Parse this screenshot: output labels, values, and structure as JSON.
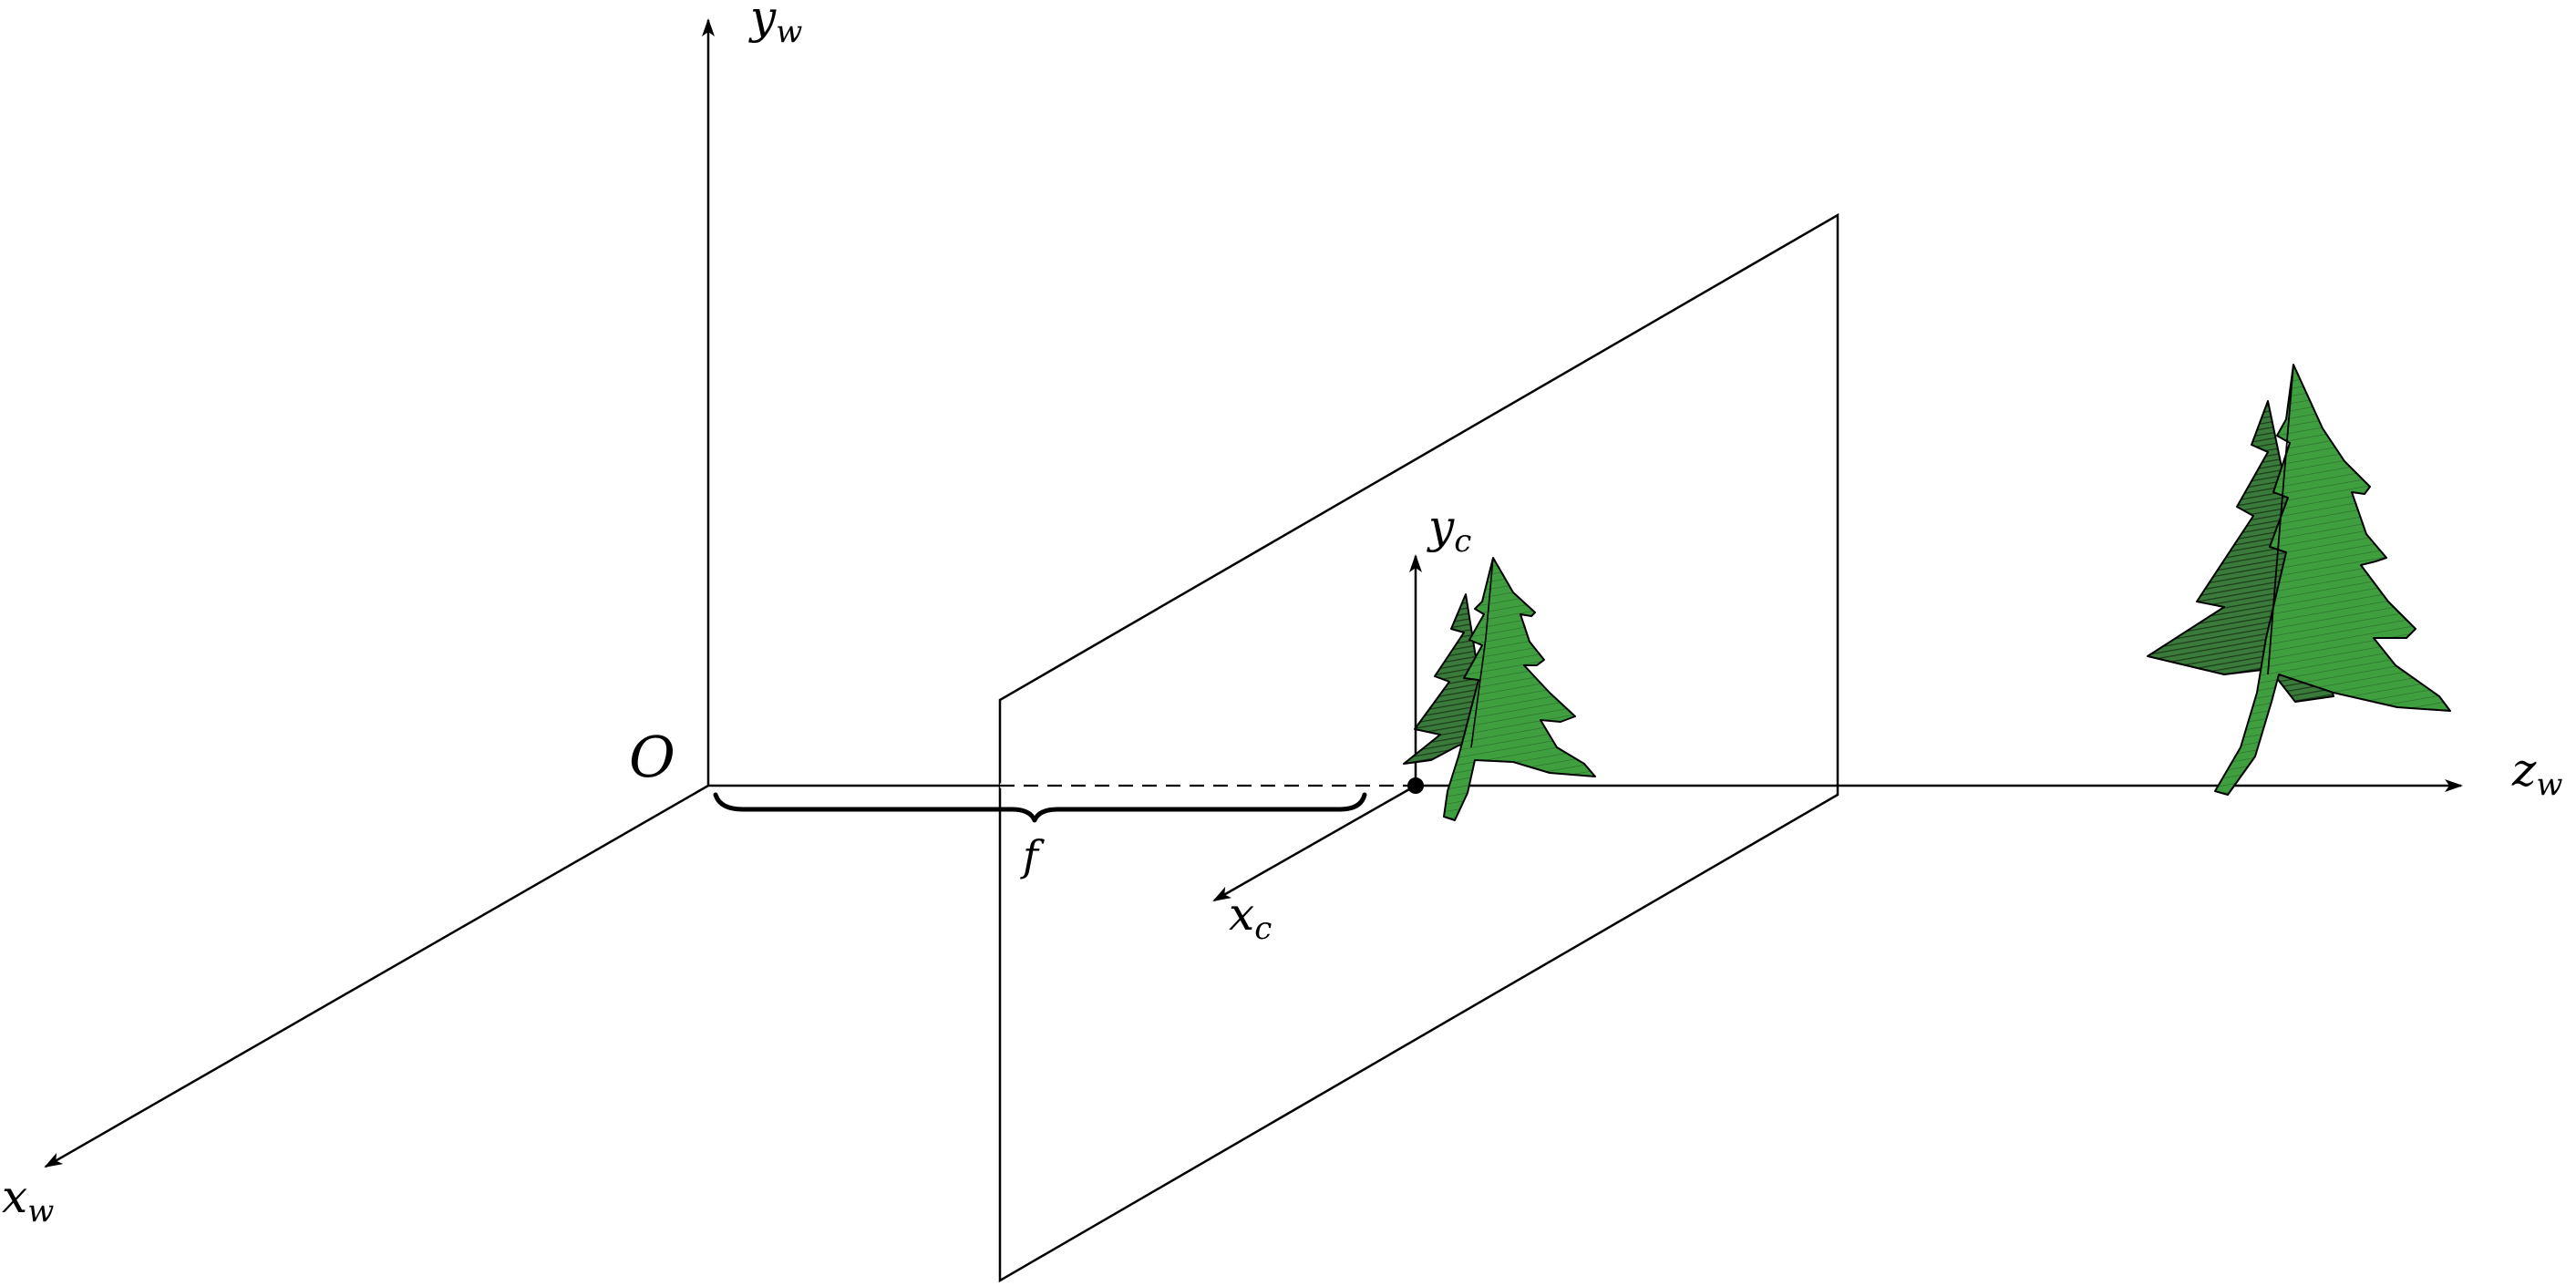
{
  "labels": {
    "origin": "O",
    "yw": {
      "base": "y",
      "sub": "w"
    },
    "zw": {
      "base": "z",
      "sub": "w"
    },
    "xw": {
      "base": "x",
      "sub": "w"
    },
    "yc": {
      "base": "y",
      "sub": "c"
    },
    "xc": {
      "base": "x",
      "sub": "c"
    },
    "focal": "f"
  },
  "colors": {
    "line": "#000000",
    "tree_light": "#3b9c3b",
    "tree_dark": "#2f6b2f"
  }
}
